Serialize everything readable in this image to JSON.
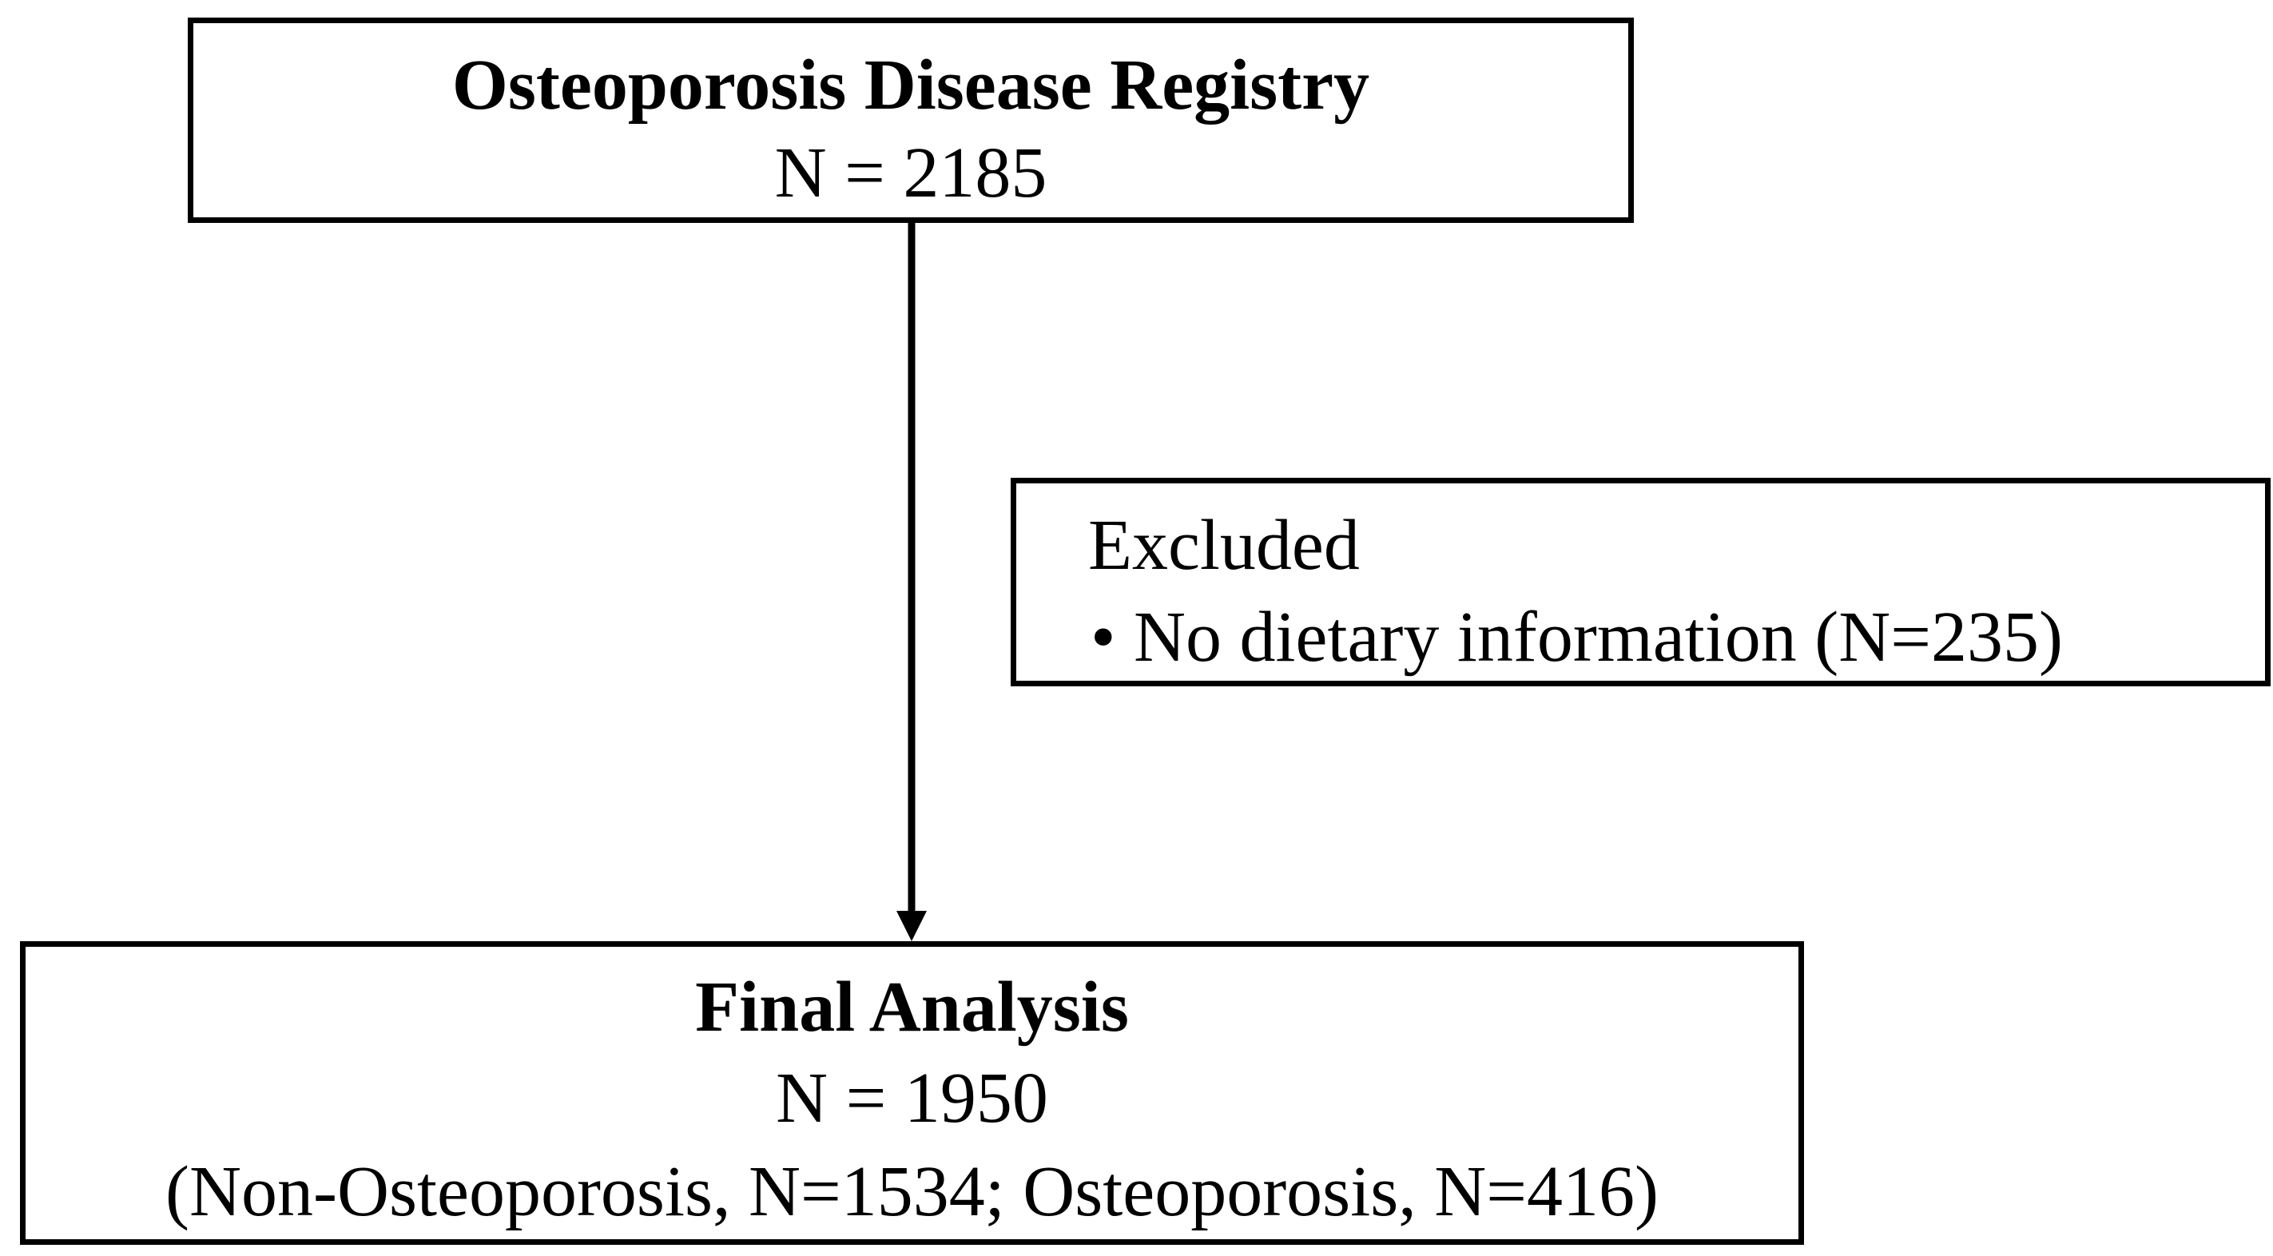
{
  "registry": {
    "title": "Osteoporosis Disease Registry",
    "count": "N = 2185"
  },
  "excluded": {
    "title": "Excluded",
    "item": "• No dietary information (N=235)"
  },
  "final": {
    "title": "Final Analysis",
    "count": "N = 1950",
    "breakdown": "(Non-Osteoporosis, N=1534; Osteoporosis, N=416)"
  },
  "colors": {
    "stroke": "#000000",
    "background": "#ffffff"
  }
}
